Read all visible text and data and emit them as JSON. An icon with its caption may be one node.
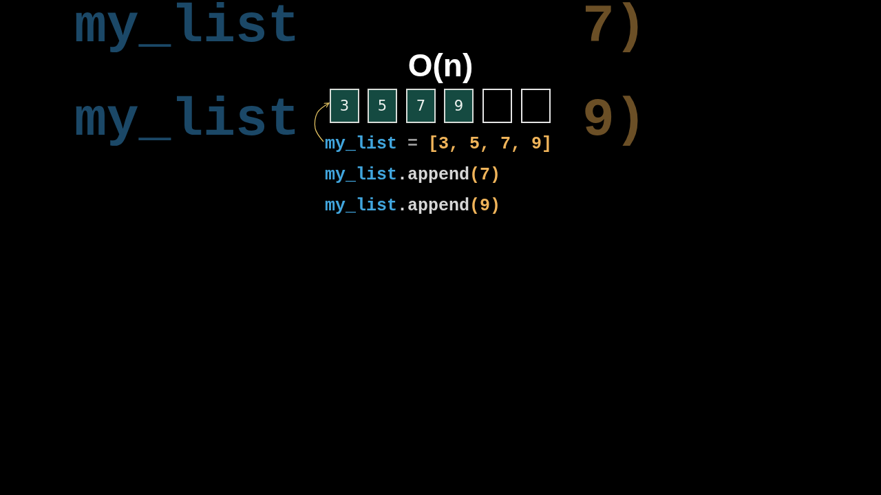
{
  "diagram": {
    "title": "O(n)",
    "nodes": [
      {
        "text": [
          "3"
        ]
      },
      {
        "text": [
          "5"
        ]
      },
      {
        "text": [
          "7"
        ]
      },
      {
        "text": [
          "9"
        ]
      },
      {
        "text": [],
        "shape": "box"
      },
      {
        "text": [],
        "shape": "box"
      },
      {
        "text": [
          "my_list = [3, 5, 7, 9]"
        ]
      }
    ],
    "edges": [
      {
        "from": 6,
        "to": 0,
        "arrow": "to"
      }
    ],
    "labels": [
      "my_list",
      "7)",
      "my_list",
      "9)",
      "my_list.append(7)",
      "my_list.append(9)"
    ]
  }
}
